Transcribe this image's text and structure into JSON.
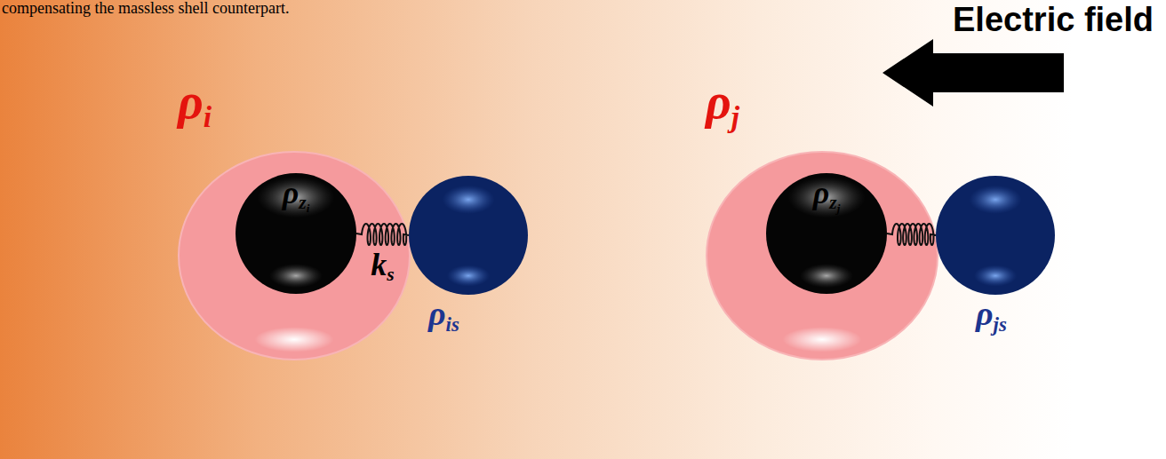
{
  "diagram": {
    "nodes": [
      {
        "text": [
          "ρi"
        ]
      },
      {
        "text": [
          "ρzi"
        ],
        "in": 0
      },
      {
        "text": [
          "ρis"
        ]
      },
      {
        "text": [
          "ρj"
        ]
      },
      {
        "text": [
          "ρzj"
        ],
        "in": 3
      },
      {
        "text": [
          "ρjs"
        ]
      }
    ],
    "edges": [
      {
        "from": 1,
        "to": 2,
        "arrow": "none",
        "label": "ks"
      },
      {
        "from": 4,
        "to": 5,
        "arrow": "none"
      }
    ],
    "labels": [
      "compensating the massless shell counterpart.",
      "Electric field"
    ]
  }
}
